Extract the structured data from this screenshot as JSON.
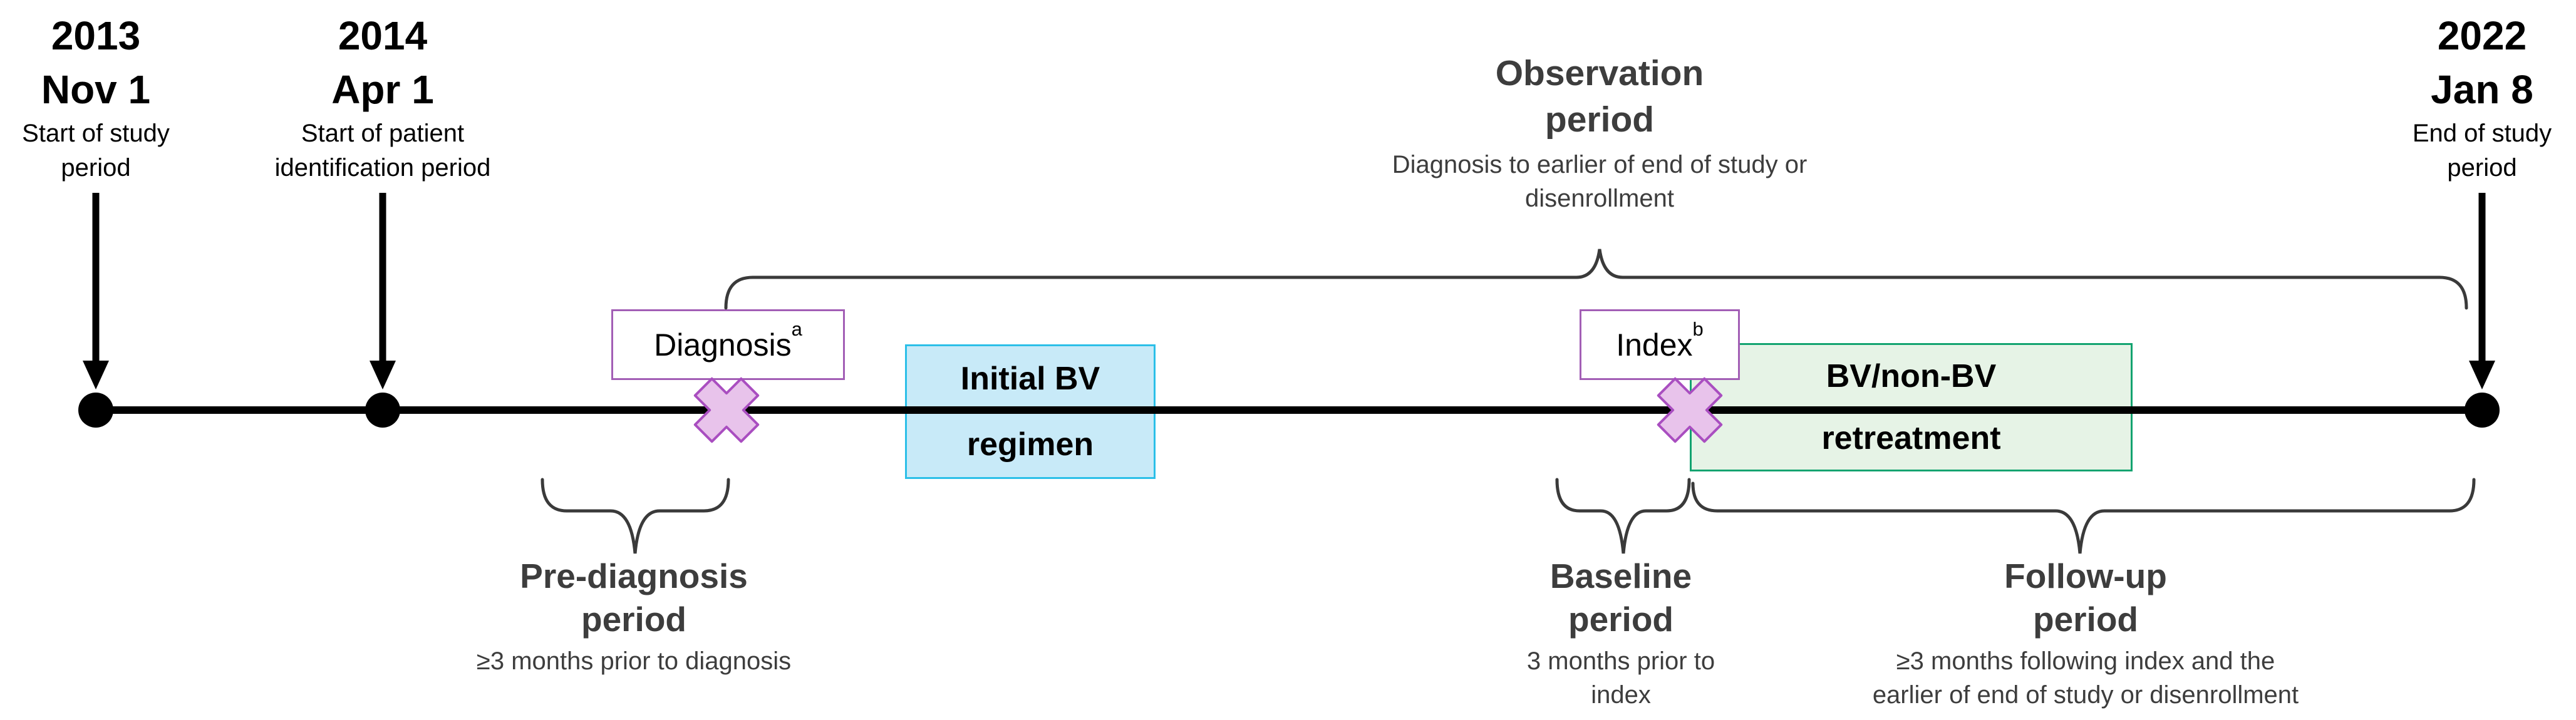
{
  "figure_type": "study-design-timeline",
  "milestones": [
    {
      "year": "2013",
      "date": "Nov 1",
      "desc": [
        "Start of study",
        "period"
      ]
    },
    {
      "year": "2014",
      "date": "Apr 1",
      "desc": [
        "Start of patient",
        "identification period"
      ]
    },
    {
      "year": "2022",
      "date": "Jan 8",
      "desc": [
        "End of study",
        "period"
      ]
    }
  ],
  "observation": {
    "title": [
      "Observation",
      "period"
    ],
    "sub": [
      "Diagnosis to earlier of end of study or",
      "disenrollment"
    ]
  },
  "events": {
    "diagnosis": {
      "label": "Diagnosis",
      "sup": "a"
    },
    "index": {
      "label": "Index",
      "sup": "b"
    }
  },
  "boxes": {
    "initial_bv": {
      "line1": "Initial BV",
      "line2": "regimen"
    },
    "retreatment": {
      "line1": "BV/non-BV",
      "line2": "retreatment"
    }
  },
  "periods": {
    "pre_diagnosis": {
      "title": [
        "Pre-diagnosis",
        "period"
      ],
      "sub": [
        "≥3 months prior to diagnosis"
      ]
    },
    "baseline": {
      "title": [
        "Baseline",
        "period"
      ],
      "sub": [
        "3 months prior to",
        "index"
      ]
    },
    "follow_up": {
      "title": [
        "Follow-up",
        "period"
      ],
      "sub": [
        "≥3 months following index and the",
        "earlier of end of study or disenrollment"
      ]
    }
  },
  "colors": {
    "timeline_black": "#000000",
    "label_gray": "#3d3d3d",
    "brace_gray": "#3a3a3a",
    "event_box_border": "#a25eb5",
    "x_marker_fill": "#e8c3eb",
    "x_marker_stroke": "#a94ec0",
    "bv_box_fill": "#c8eaf8",
    "bv_box_border": "#2bbfe8",
    "retreat_box_fill": "#e6f3e6",
    "retreat_box_border": "#12a370"
  }
}
